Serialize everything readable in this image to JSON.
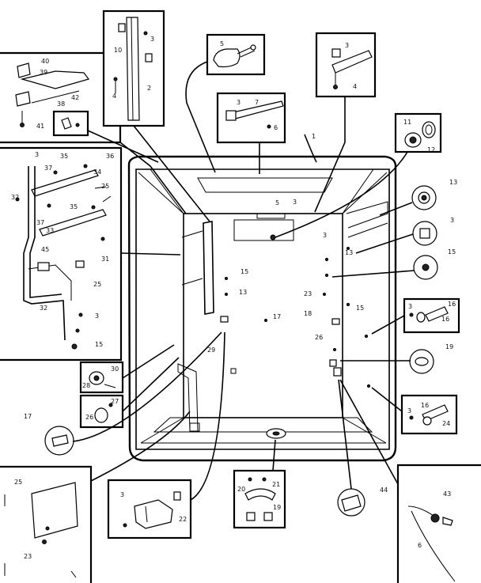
{
  "callouts": [
    {
      "id": "c1",
      "text": "40"
    },
    {
      "id": "c2",
      "text": "39"
    },
    {
      "id": "c3",
      "text": "38"
    },
    {
      "id": "c4",
      "text": "41"
    },
    {
      "id": "c5",
      "text": "42"
    },
    {
      "id": "c6",
      "text": "10"
    },
    {
      "id": "c7",
      "text": "3"
    },
    {
      "id": "c8",
      "text": "4"
    },
    {
      "id": "c9",
      "text": "2"
    },
    {
      "id": "c10",
      "text": "5"
    },
    {
      "id": "c11",
      "text": "3"
    },
    {
      "id": "c12",
      "text": "7"
    },
    {
      "id": "c13",
      "text": "6"
    },
    {
      "id": "c14",
      "text": "1"
    },
    {
      "id": "c15",
      "text": "3"
    },
    {
      "id": "c16",
      "text": "4"
    },
    {
      "id": "c17",
      "text": "11"
    },
    {
      "id": "c18",
      "text": "12"
    },
    {
      "id": "c19",
      "text": "13"
    },
    {
      "id": "c20",
      "text": "3"
    },
    {
      "id": "c21",
      "text": "15"
    },
    {
      "id": "c22",
      "text": "3"
    },
    {
      "id": "c23",
      "text": "35"
    },
    {
      "id": "c24",
      "text": "37"
    },
    {
      "id": "c25",
      "text": "36"
    },
    {
      "id": "c26",
      "text": "34"
    },
    {
      "id": "c27",
      "text": "25"
    },
    {
      "id": "c28",
      "text": "32"
    },
    {
      "id": "c29",
      "text": "35"
    },
    {
      "id": "c30",
      "text": "37"
    },
    {
      "id": "c31",
      "text": "33"
    },
    {
      "id": "c32",
      "text": "45"
    },
    {
      "id": "c33",
      "text": "31"
    },
    {
      "id": "c34",
      "text": "25"
    },
    {
      "id": "c35",
      "text": "32"
    },
    {
      "id": "c36",
      "text": "3"
    },
    {
      "id": "c37",
      "text": "15"
    },
    {
      "id": "c38",
      "text": "15"
    },
    {
      "id": "c39",
      "text": "13"
    },
    {
      "id": "c40",
      "text": "13"
    },
    {
      "id": "c41",
      "text": "15"
    },
    {
      "id": "c42",
      "text": "23"
    },
    {
      "id": "c43",
      "text": "18"
    },
    {
      "id": "c44",
      "text": "26"
    },
    {
      "id": "c45",
      "text": "17"
    },
    {
      "id": "c46",
      "text": "3"
    },
    {
      "id": "c47",
      "text": "16"
    },
    {
      "id": "c48",
      "text": "16"
    },
    {
      "id": "c49",
      "text": "19"
    },
    {
      "id": "c50",
      "text": "29"
    },
    {
      "id": "c51",
      "text": "30"
    },
    {
      "id": "c52",
      "text": "28"
    },
    {
      "id": "c53",
      "text": "27"
    },
    {
      "id": "c54",
      "text": "26"
    },
    {
      "id": "c55",
      "text": "17"
    },
    {
      "id": "c56",
      "text": "3"
    },
    {
      "id": "c57",
      "text": "16"
    },
    {
      "id": "c58",
      "text": "24"
    },
    {
      "id": "c59",
      "text": "25"
    },
    {
      "id": "c60",
      "text": "23"
    },
    {
      "id": "c61",
      "text": "3"
    },
    {
      "id": "c62",
      "text": "22"
    },
    {
      "id": "c63",
      "text": "20"
    },
    {
      "id": "c64",
      "text": "21"
    },
    {
      "id": "c65",
      "text": "19"
    },
    {
      "id": "c66",
      "text": "44"
    },
    {
      "id": "c67",
      "text": "43"
    },
    {
      "id": "c68",
      "text": "6"
    },
    {
      "id": "c69",
      "text": "5"
    },
    {
      "id": "c70",
      "text": "3"
    },
    {
      "id": "c71",
      "text": "3"
    }
  ]
}
